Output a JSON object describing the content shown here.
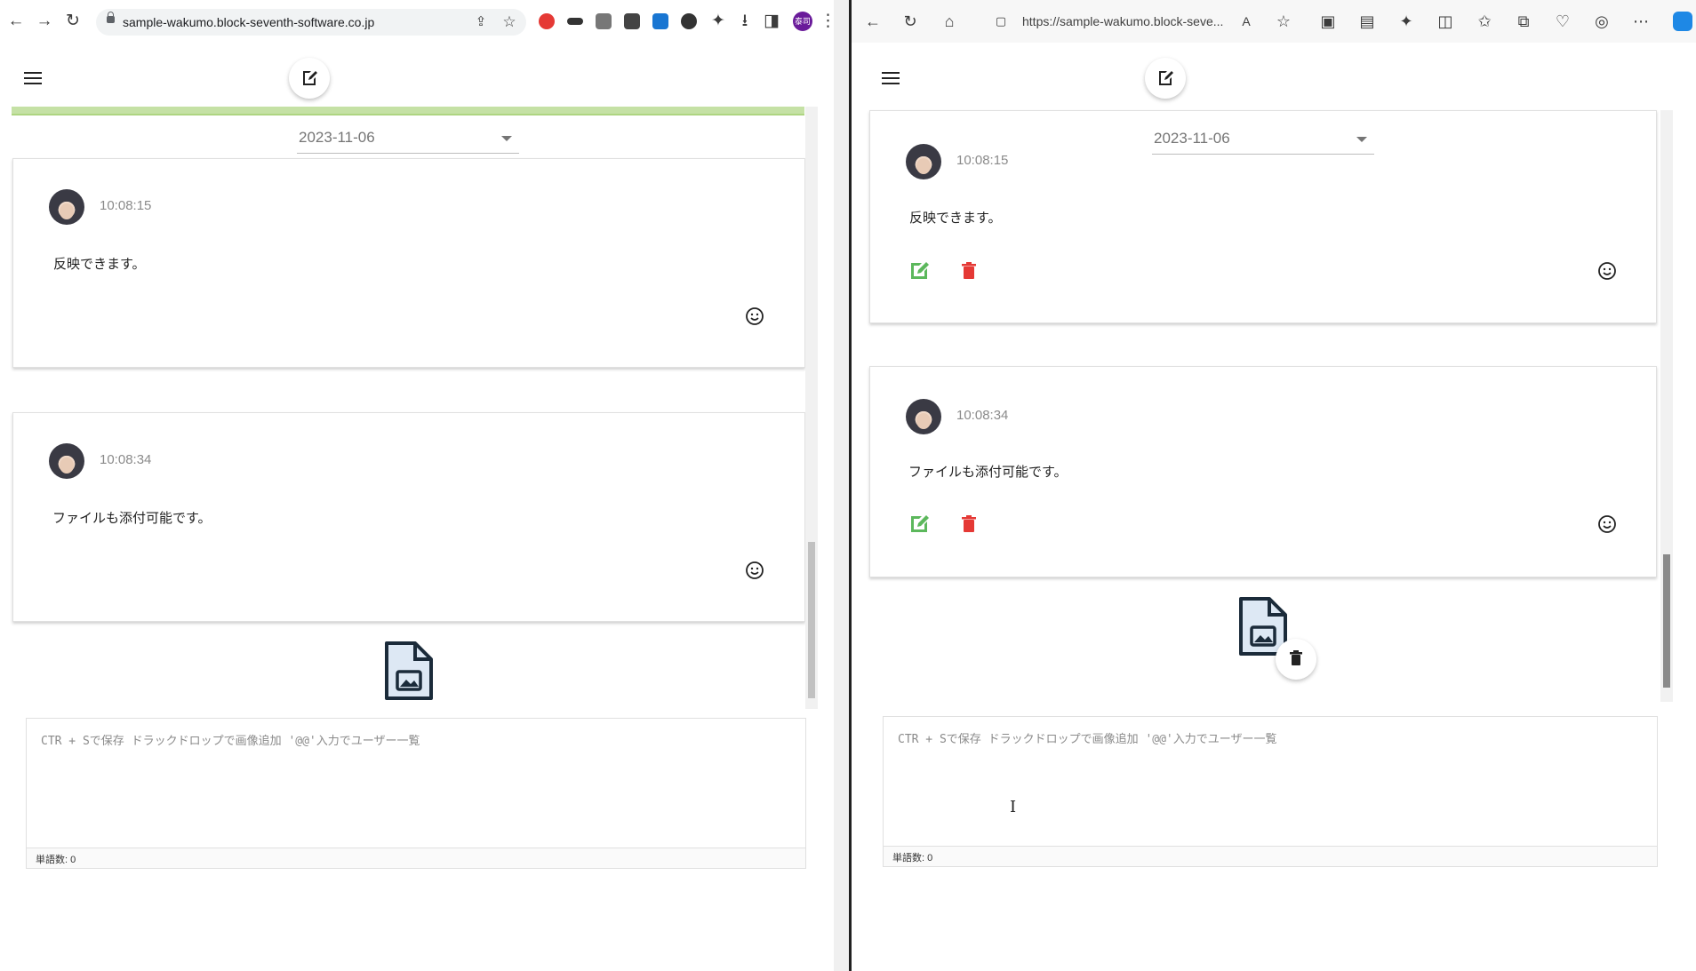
{
  "left_browser": {
    "url": "sample-wakumo.block-seventh-software.co.jp",
    "profile_label": "泰司"
  },
  "right_browser": {
    "url": "https://sample-wakumo.block-seve..."
  },
  "app": {
    "date": "2023-11-06",
    "posts": [
      {
        "time": "10:08:15",
        "text": "反映できます。"
      },
      {
        "time": "10:08:34",
        "text": "ファイルも添付可能です。"
      }
    ],
    "editor": {
      "placeholder": "CTR + Sで保存 ドラックドロップで画像追加 '@@'入力でユーザー一覧",
      "word_count": "単語数: 0"
    }
  },
  "icons": [
    "back-icon",
    "forward-icon",
    "reload-icon",
    "home-icon",
    "menu-icon",
    "edit-icon",
    "emoji-icon",
    "delete-icon",
    "image-file-icon"
  ],
  "colors": {
    "accent_green": "#5cb85c",
    "danger_red": "#e53935",
    "progress_green": "#c5e1a5"
  }
}
